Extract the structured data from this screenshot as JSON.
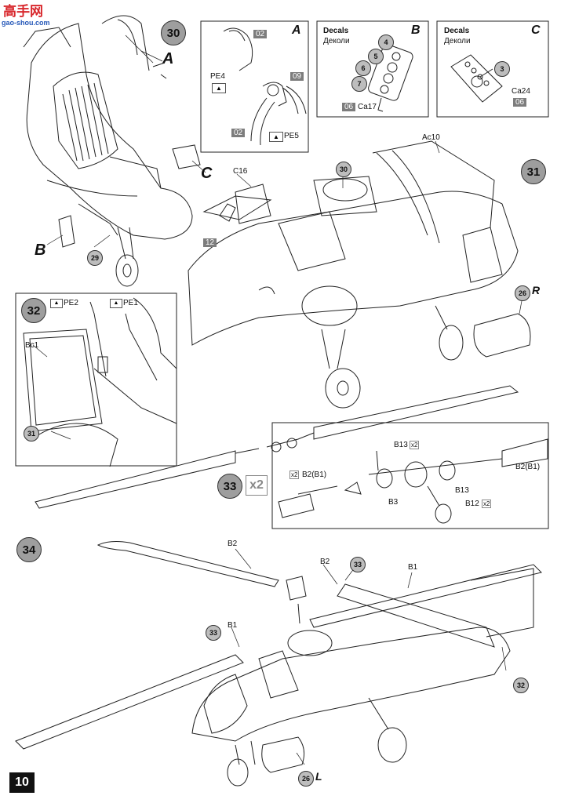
{
  "page_number": "10",
  "watermark": {
    "main": "高手网",
    "sub": "gao-shou.com"
  },
  "steps": {
    "s30": "30",
    "s31": "31",
    "s32": "32",
    "s33": "33",
    "s34": "34"
  },
  "step33_multiplier": "x2",
  "callouts": {
    "A": "A",
    "B": "B",
    "C": "C",
    "R": "R",
    "L": "L"
  },
  "detail_A": {
    "letter": "A",
    "pe4": "PE4",
    "pe5": "PE5",
    "ref02a": "02",
    "ref02b": "02",
    "ref09": "09"
  },
  "detail_B": {
    "title": "Decals",
    "title_ru": "Деколи",
    "letter": "B",
    "n4": "4",
    "n5": "5",
    "n6": "6",
    "n7": "7",
    "code": "06",
    "decal": "Ca17"
  },
  "detail_C": {
    "title": "Decals",
    "title_ru": "Деколи",
    "letter": "C",
    "n3": "3",
    "decal": "Ca24",
    "code": "06"
  },
  "step30_parts": {
    "p29": "29"
  },
  "step31_parts": {
    "c16": "C16",
    "ref12": "12",
    "ac10": "Ac10",
    "p30": "30",
    "p26": "26"
  },
  "step32_parts": {
    "pe2": "PE2",
    "pe1": "PE1",
    "bc1": "Bc1",
    "p31": "31"
  },
  "step33_parts": {
    "b13": "B13",
    "b13x": "x2",
    "b2b1_left": "B2(B1)",
    "b2b1_right": "B2(B1)",
    "b3": "B3",
    "b13b": "B13",
    "b12": "B12",
    "b12x": "x2",
    "x2_small": "x2"
  },
  "step34_parts": {
    "b2_top": "B2",
    "b2_mid": "B2",
    "p33a": "33",
    "b1_right": "B1",
    "b1_left": "B1",
    "p33b": "33",
    "p32": "32",
    "p26": "26"
  }
}
